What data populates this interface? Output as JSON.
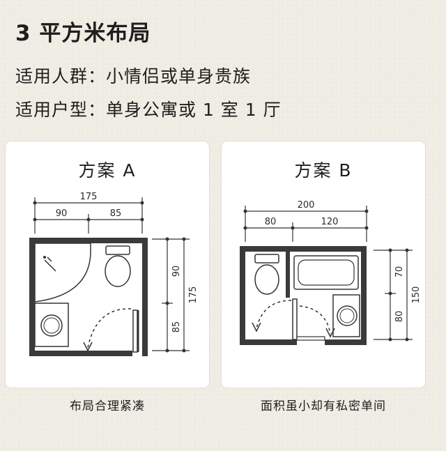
{
  "title": "3 平方米布局",
  "info": {
    "line1": "适用人群：小情侣或单身贵族",
    "line2": "适用户型：单身公寓或 1 室 1 厅"
  },
  "planA": {
    "title": "方案 A",
    "total_width": "175",
    "width_left": "90",
    "width_right": "85",
    "total_depth": "175",
    "depth_top": "90",
    "depth_bottom": "85",
    "caption": "布局合理紧凑"
  },
  "planB": {
    "title": "方案 B",
    "total_width": "200",
    "width_left": "80",
    "width_right": "120",
    "total_depth": "150",
    "depth_top": "70",
    "depth_bottom": "80",
    "caption": "面积虽小却有私密单间"
  }
}
